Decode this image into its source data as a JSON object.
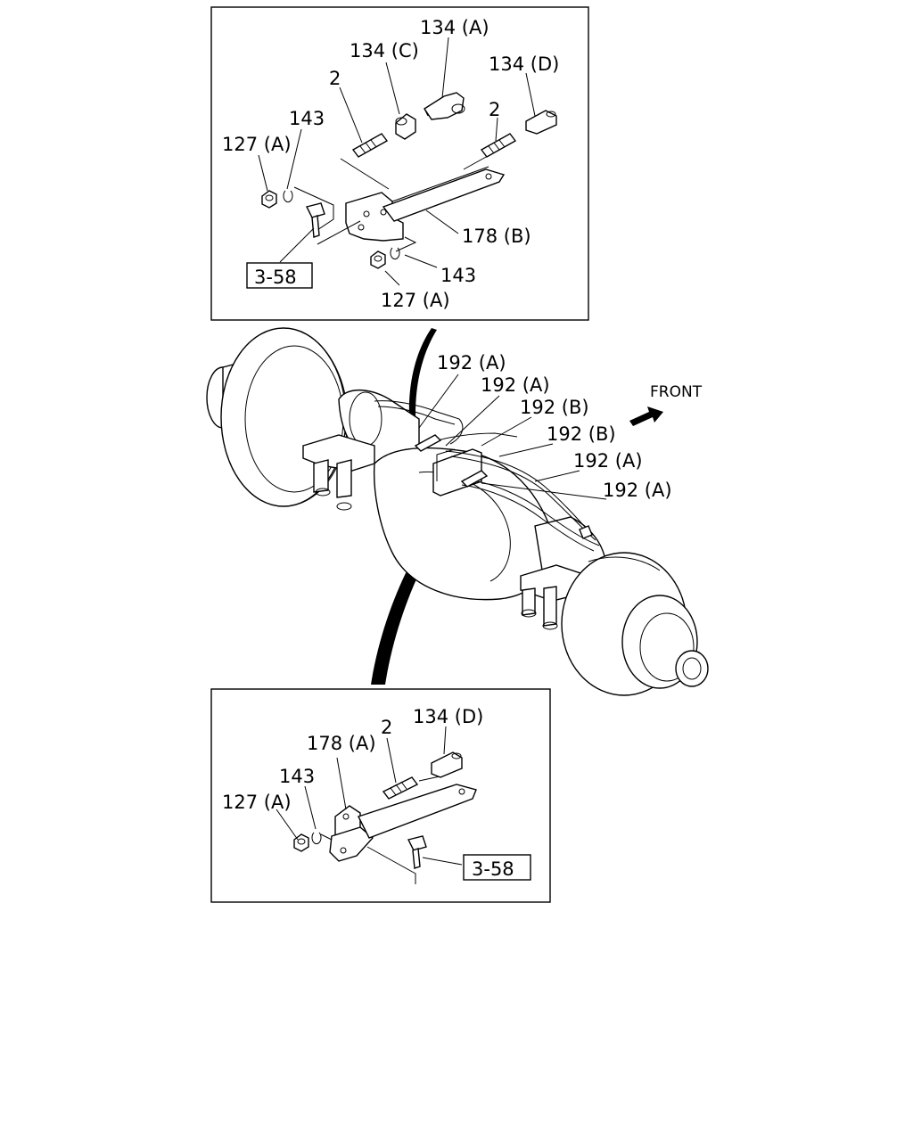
{
  "top_panel": {
    "labels": {
      "l134a": "134 (A)",
      "l134c": "134 (C)",
      "l134d": "134 (D)",
      "l2_left": "2",
      "l2_right": "2",
      "l143_top": "143",
      "l127a_top": "127 (A)",
      "l178b": "178 (B)",
      "l143_bottom": "143",
      "l127a_bottom": "127 (A)"
    },
    "ref_box": "3-58"
  },
  "middle": {
    "labels": {
      "l192a_1": "192 (A)",
      "l192a_2": "192 (A)",
      "l192b_1": "192 (B)",
      "l192b_2": "192 (B)",
      "l192a_3": "192 (A)",
      "l192a_4": "192 (A)"
    },
    "front_label": "FRONT"
  },
  "bottom_panel": {
    "labels": {
      "l134d": "134 (D)",
      "l2": "2",
      "l178a": "178 (A)",
      "l143": "143",
      "l127a": "127 (A)"
    },
    "ref_box": "3-58"
  }
}
